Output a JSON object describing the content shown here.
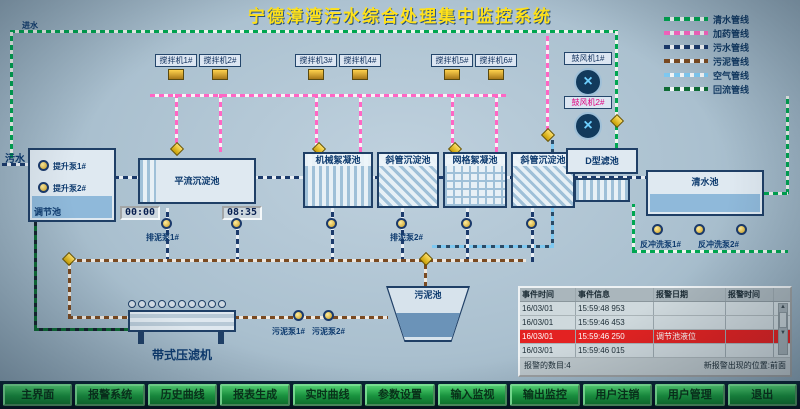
{
  "title": "宁德漳湾污水综合处理集中监控系统",
  "colors": {
    "clean": "#00a651",
    "dosing": "#ff66c4",
    "sewage": "#1b3a6b",
    "sludge": "#7a4a21",
    "air": "#7ec8f0",
    "return": "#0e6b35",
    "alarm": "#e32222",
    "button_green": "#1a9c40",
    "title_yellow": "#ffe11a"
  },
  "legend": {
    "items": [
      {
        "label": "清水管线",
        "color": "#00a651"
      },
      {
        "label": "加药管线",
        "color": "#ff66c4"
      },
      {
        "label": "污水管线",
        "color": "#1b3a6b"
      },
      {
        "label": "污泥管线",
        "color": "#7a4a21"
      },
      {
        "label": "空气管线",
        "color": "#7ec8f0"
      },
      {
        "label": "回流管线",
        "color": "#0e6b35"
      }
    ]
  },
  "labels": {
    "inlet": "污水",
    "intake": "进水"
  },
  "equipment": {
    "mixers": [
      {
        "label": "搅拌机1#"
      },
      {
        "label": "搅拌机2#"
      },
      {
        "label": "搅拌机3#"
      },
      {
        "label": "搅拌机4#"
      },
      {
        "label": "搅拌机5#"
      },
      {
        "label": "搅拌机6#"
      }
    ],
    "blowers": [
      {
        "label": "鼓风机1#"
      },
      {
        "label": "鼓风机2#"
      }
    ]
  },
  "tanks": {
    "regulating": "调节池",
    "horizontal_sed": "平流沉淀池",
    "mech_floc": "机械絮凝池",
    "inclined_sed_1": "斜管沉淀池",
    "grid_floc": "网格絮凝池",
    "inclined_sed_2": "斜管沉淀池",
    "d_filter": "D型滤池",
    "clear_water": "清水池",
    "sludge_tank": "污泥池",
    "belt_press": "带式压滤机"
  },
  "pumps": {
    "lift1": "提升泵1#",
    "lift2": "提升泵2#",
    "drain1": "排泥泵1#",
    "drain2": "排泥泵2#",
    "backwash1": "反冲洗泵1#",
    "backwash2": "反冲洗泵2#",
    "sludge1": "污泥泵1#",
    "sludge2": "污泥泵2#"
  },
  "timers": {
    "t1": "00:00",
    "t2": "08:35"
  },
  "alarm_table": {
    "headers": [
      "事件时间",
      "事件信息",
      "报警日期",
      "报警时间"
    ],
    "rows": [
      {
        "c0": "16/03/01",
        "c1": "15:59:48 953",
        "c2": "",
        "c3": ""
      },
      {
        "c0": "16/03/01",
        "c1": "15:59:46 453",
        "c2": "",
        "c3": ""
      },
      {
        "c0": "16/03/01",
        "c1": "15:59:46 250",
        "c2": "调节池液位",
        "c3": ""
      },
      {
        "c0": "16/03/01",
        "c1": "15:59:46 015",
        "c2": "",
        "c3": ""
      }
    ],
    "footer_count": "报警的数目:4",
    "footer_position": "新报警出现的位置:前面"
  },
  "menu": {
    "buttons": [
      {
        "label": "主界面"
      },
      {
        "label": "报警系统"
      },
      {
        "label": "历史曲线"
      },
      {
        "label": "报表生成"
      },
      {
        "label": "实时曲线"
      },
      {
        "label": "参数设置"
      },
      {
        "label": "输入监视"
      },
      {
        "label": "输出监控"
      },
      {
        "label": "用户注销"
      },
      {
        "label": "用户管理"
      },
      {
        "label": "退出"
      }
    ]
  }
}
